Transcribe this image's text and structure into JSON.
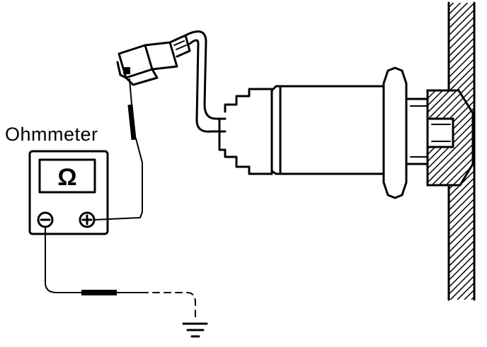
{
  "labels": {
    "meter_caption": "Ohmmeter",
    "display_symbol": "Ω",
    "negative_terminal": "−",
    "positive_terminal": "+"
  },
  "colors": {
    "ink": "#000000",
    "background": "#ffffff"
  },
  "icons": {
    "ground": "ground-symbol-icon",
    "hatch": "hatched-section"
  }
}
